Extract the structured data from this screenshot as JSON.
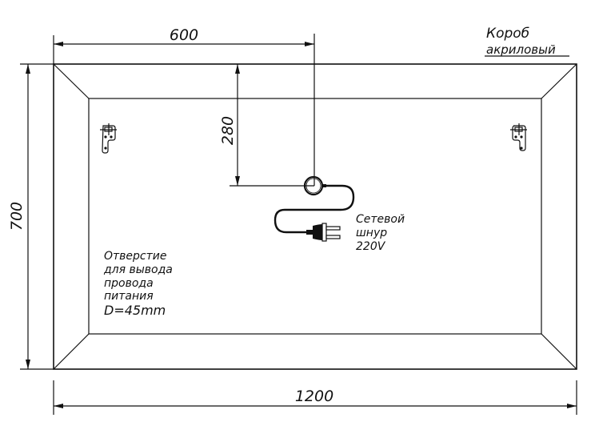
{
  "dimensions": {
    "half_width": "600",
    "outlet_from_top": "280",
    "height": "700",
    "width": "1200"
  },
  "title": {
    "line1": "Короб",
    "line2": "акриловый"
  },
  "cord_label": [
    "Сетевой",
    "шнур",
    "220V"
  ],
  "hole_note": [
    "Отверстие",
    "для вывода",
    "провода",
    "питания",
    "D=45mm"
  ]
}
